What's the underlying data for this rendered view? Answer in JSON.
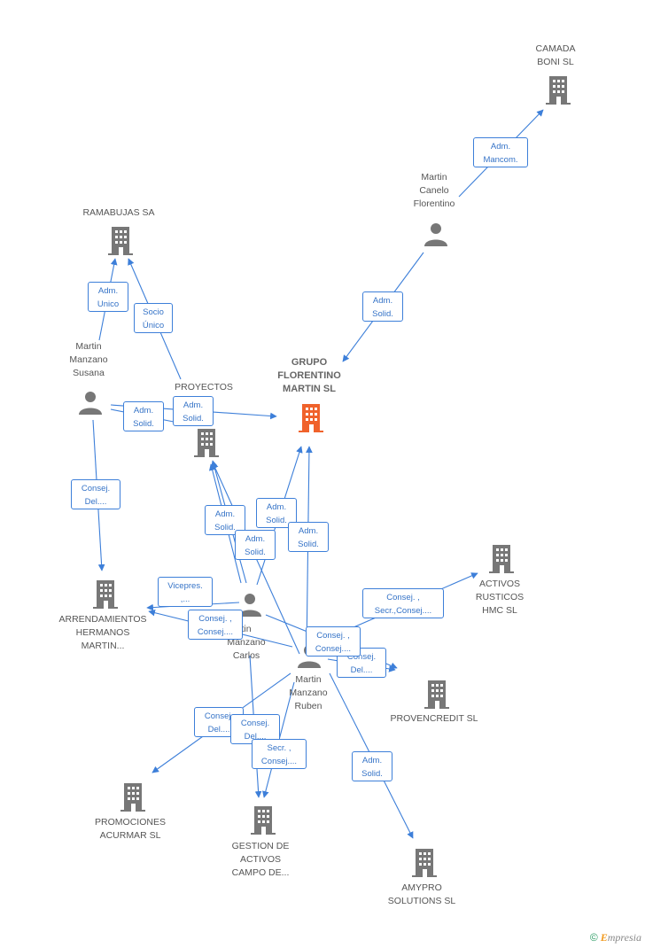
{
  "colors": {
    "edge": "#3d7fd9",
    "company": "#777777",
    "center_company": "#f0622b",
    "person": "#777777"
  },
  "nodes": {
    "camada": {
      "label": "CAMADA\nBONI SL"
    },
    "canelo": {
      "label": "Martin\nCanelo\nFlorentino"
    },
    "ramabujas": {
      "label": "RAMABUJAS SA"
    },
    "susana": {
      "label": "Martin\nManzano\nSusana"
    },
    "proyectos": {
      "label": "PROYECTOS\nAS\n..."
    },
    "grupo": {
      "label": "GRUPO\nFLORENTINO\nMARTIN SL"
    },
    "activos": {
      "label": "ACTIVOS\nRUSTICOS\nHMC SL"
    },
    "arrendamientos": {
      "label": "ARRENDAMIENTOS\nHERMANOS\nMARTIN..."
    },
    "carlos": {
      "label": "tin\nManzano\nCarlos"
    },
    "ruben": {
      "label": "Martin\nManzano\nRuben"
    },
    "provencredit": {
      "label": "PROVENCREDIT SL"
    },
    "promociones": {
      "label": "PROMOCIONES\nACURMAR SL"
    },
    "gestion": {
      "label": "GESTION DE\nACTIVOS\nCAMPO DE..."
    },
    "amypro": {
      "label": "AMYPRO\nSOLUTIONS SL"
    }
  },
  "relations": {
    "r01": "Adm.\nMancom.",
    "r02": "Adm.\nSolid.",
    "r03": "Adm.\nUnico",
    "r04": "Socio\nÚnico",
    "r05": "Adm.\nSolid.",
    "r06": "Adm.\nSolid.",
    "r07": "Consej.\nDel....",
    "r08": "Adm.\nSolid.",
    "r09": "Adm.\nSolid.",
    "r10": "Adm.\nSolid.",
    "r11": "Adm.\nSolid.",
    "r12": "Vicepres.\n,...",
    "r13": "Consej. ,\nConsej....",
    "r14": "Consej. ,\nSecr.,Consej....",
    "r15": "Consej. ,\nConsej....",
    "r16": "Consej.\nDel....",
    "r17": "Consej.\nDel....",
    "r18": "Consej.\nDel....",
    "r19": "Secr. ,\nConsej....",
    "r20": "Adm.\nSolid."
  },
  "footer": {
    "copyright": "©",
    "brand_initial": "E",
    "brand_rest": "mpresia"
  }
}
